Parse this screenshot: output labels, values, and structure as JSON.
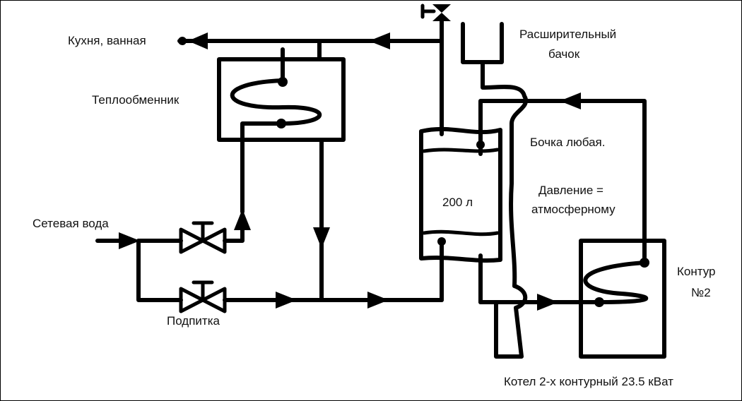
{
  "labels": {
    "kitchen_bath": "Кухня, ванная",
    "heat_exchanger": "Теплообменник",
    "expansion_tank_line1": "Расширительный",
    "expansion_tank_line2": "бачок",
    "barrel_any": "Бочка любая.",
    "pressure_line1": "Давление =",
    "pressure_line2": "атмосферному",
    "tank_volume": "200 л",
    "mains_water": "Сетевая вода",
    "makeup": "Подпитка",
    "circuit_line1": "Контур",
    "circuit_line2": "№2",
    "boiler": "Котел 2-х контурный 23.5 кВат"
  },
  "colors": {
    "line": "#000000",
    "background": "#ffffff",
    "text": "#111111"
  }
}
